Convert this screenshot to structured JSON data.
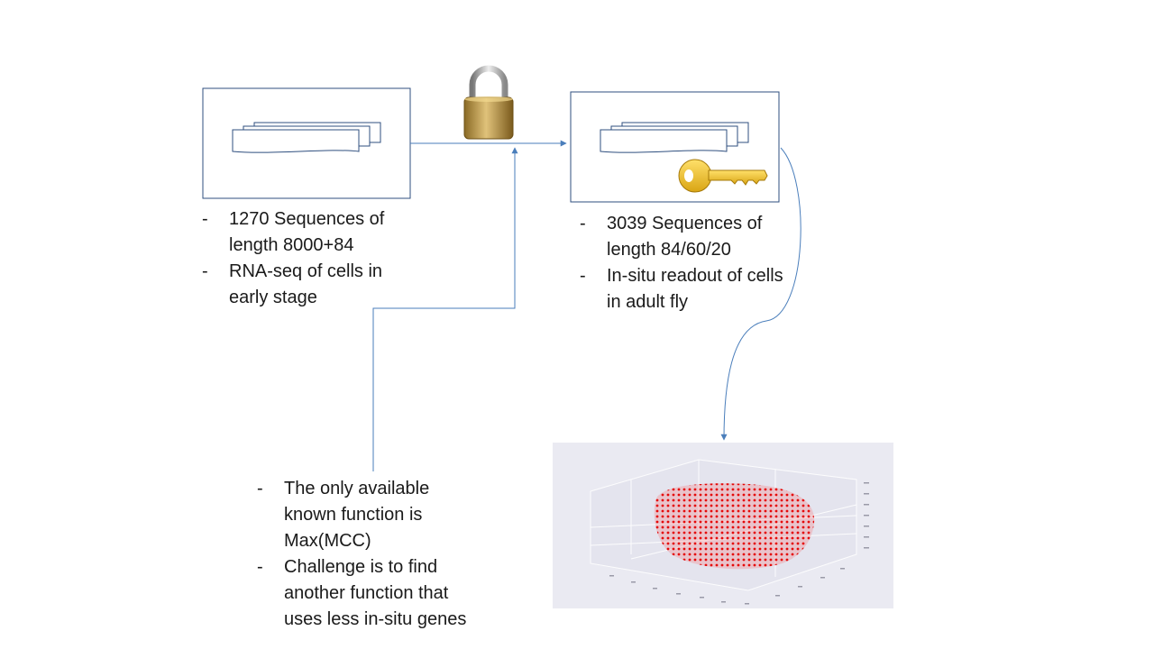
{
  "source_box": {
    "bullets": [
      "1270 Sequences of length 8000+84",
      "RNA-seq of cells in early stage"
    ]
  },
  "target_box": {
    "bullets": [
      "3039 Sequences of length 84/60/20",
      "In-situ readout of cells in adult fly"
    ]
  },
  "challenge": {
    "bullets": [
      "The only available known function is Max(MCC)",
      "Challenge is to find another function that uses less in-situ genes"
    ]
  },
  "icons": {
    "lock": "padlock-icon",
    "key": "key-icon"
  },
  "colors": {
    "connector": "#4a7ebb",
    "box_border": "#2f4f7f",
    "points": "#e00000",
    "plot_bg": "#eaeaf2"
  }
}
